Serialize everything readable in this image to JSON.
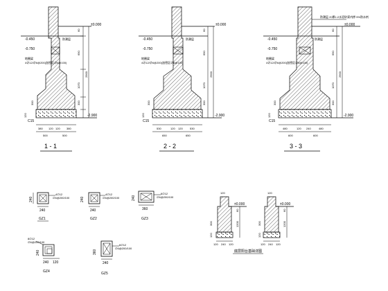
{
  "sections": [
    {
      "title": "1 - 1",
      "top_level": "±0.000",
      "level_a": "-0.450",
      "level_b": "-0.750",
      "bottom_level": "-2.900",
      "side_label": "防潮层",
      "beam_label": "地圈梁",
      "beam_spec": "4∅12/∅6@200(加密区∅6@100)",
      "vdims": [
        "60",
        "690",
        "1070",
        "2900",
        "300",
        "300",
        "120"
      ],
      "cushion": "C15",
      "bottom_row1": [
        "380",
        "120",
        "120",
        "380"
      ],
      "bottom_row2": [
        "500",
        "500"
      ]
    },
    {
      "title": "2 - 2",
      "top_level": "±0.000",
      "level_a": "-0.450",
      "level_b": "-0.750",
      "bottom_level": "-2.900",
      "side_label": "防潮层",
      "beam_label": "地圈梁",
      "beam_spec": "4∅12/∅6@200(加密区∅6@100)",
      "vdims": [
        "60",
        "690",
        "1070",
        "2900",
        "300",
        "300",
        "120"
      ],
      "cushion": "C15",
      "bottom_row1": [
        "530",
        "120",
        "120",
        "530"
      ],
      "bottom_row2": [
        "650",
        "650"
      ]
    },
    {
      "title": "3 - 3",
      "top_level": "±0.000",
      "level_a": "-0.450",
      "level_b": "-0.750",
      "bottom_level": "-2.900",
      "side_label": "防潮层",
      "beam_label": "地圈梁",
      "beam_spec": "4∅12/∅6@200(加密区∅6@100)",
      "top_note": "防潮层  20厚1:2水泥砂浆内掺  5%防水剂",
      "vdims": [
        "60",
        "690",
        "1070",
        "2900",
        "300",
        "300",
        "120"
      ],
      "cushion": "C15",
      "bottom_row1": [
        "480",
        "120",
        "240",
        "480"
      ],
      "bottom_row2": [
        "600",
        "600"
      ]
    }
  ],
  "columns": [
    {
      "name": "GZ1",
      "dim_h": "240",
      "dim_v": "240",
      "spec1": "4∅12",
      "spec2": "∅6@200/100"
    },
    {
      "name": "GZ2",
      "dim_h": "240",
      "dim_v": "240",
      "spec1": "4∅12",
      "spec2": "∅6@200/100"
    },
    {
      "name": "GZ3",
      "dim_h": "360",
      "dim_v": "240",
      "spec1": "6∅12",
      "spec2": "∅6@200/100"
    },
    {
      "name": "GZ4",
      "dim_h": "240",
      "dim_h2": "120",
      "dim_v": "240",
      "spec1": "8∅12",
      "spec2": "∅6@200/100"
    },
    {
      "name": "GZ5",
      "dim_h": "240",
      "dim_v": "360",
      "spec1": "6∅12",
      "spec2": "∅6@200/100"
    }
  ],
  "wall_detail": {
    "title": "底层阳台基础详图",
    "top_level": "±0.000",
    "left_dims": [
      "120",
      "60",
      "1200",
      "300",
      "120"
    ],
    "right_dims": [
      "120",
      "60",
      "1200",
      "300",
      "120"
    ],
    "bottom_left": [
      "120",
      "240",
      "120"
    ],
    "bottom_right": [
      "120",
      "240",
      "120"
    ]
  }
}
